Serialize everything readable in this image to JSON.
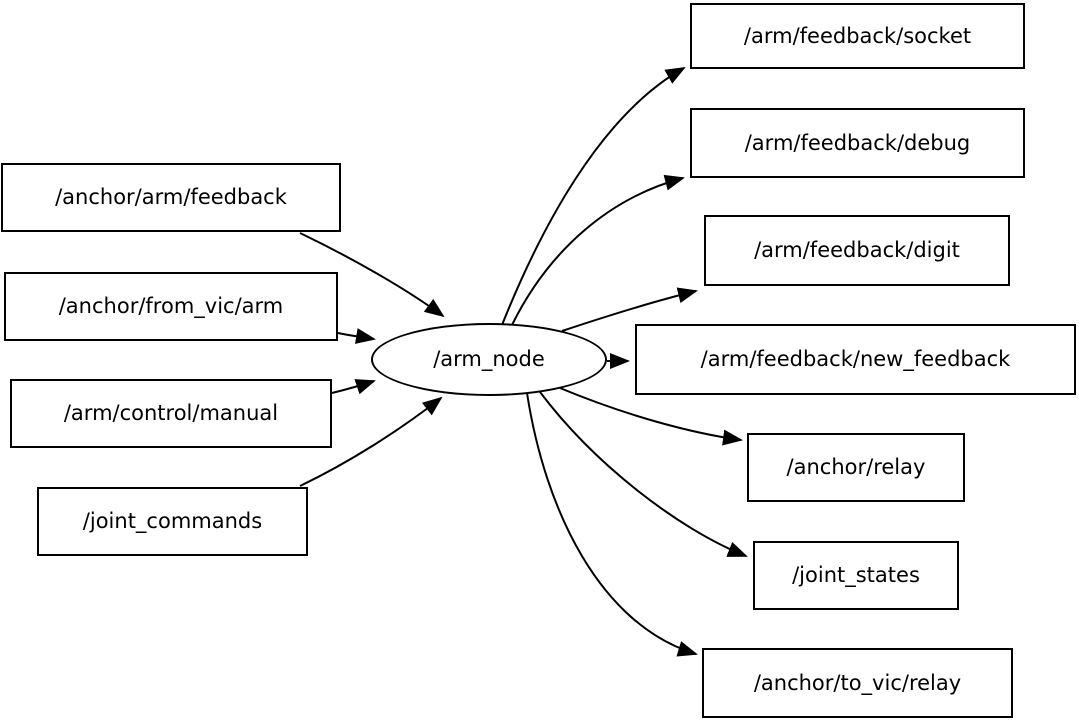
{
  "colors": {
    "background": "#ffffff",
    "node_fill": "#ffffff",
    "node_border": "#000000",
    "edge_stroke": "#000000",
    "text": "#000000"
  },
  "graph": {
    "center_node": {
      "label": "/arm_node",
      "shape": "ellipse"
    },
    "publishers": [
      {
        "label": "/anchor/arm/feedback"
      },
      {
        "label": "/anchor/from_vic/arm"
      },
      {
        "label": "/arm/control/manual"
      },
      {
        "label": "/joint_commands"
      }
    ],
    "subscribers": [
      {
        "label": "/arm/feedback/socket"
      },
      {
        "label": "/arm/feedback/debug"
      },
      {
        "label": "/arm/feedback/digit"
      },
      {
        "label": "/arm/feedback/new_feedback"
      },
      {
        "label": "/anchor/relay"
      },
      {
        "label": "/joint_states"
      },
      {
        "label": "/anchor/to_vic/relay"
      }
    ],
    "edges": [
      {
        "from": "/anchor/arm/feedback",
        "to": "/arm_node"
      },
      {
        "from": "/anchor/from_vic/arm",
        "to": "/arm_node"
      },
      {
        "from": "/arm/control/manual",
        "to": "/arm_node"
      },
      {
        "from": "/joint_commands",
        "to": "/arm_node"
      },
      {
        "from": "/arm_node",
        "to": "/arm/feedback/socket"
      },
      {
        "from": "/arm_node",
        "to": "/arm/feedback/debug"
      },
      {
        "from": "/arm_node",
        "to": "/arm/feedback/digit"
      },
      {
        "from": "/arm_node",
        "to": "/arm/feedback/new_feedback"
      },
      {
        "from": "/arm_node",
        "to": "/anchor/relay"
      },
      {
        "from": "/arm_node",
        "to": "/joint_states"
      },
      {
        "from": "/arm_node",
        "to": "/anchor/to_vic/relay"
      }
    ]
  }
}
